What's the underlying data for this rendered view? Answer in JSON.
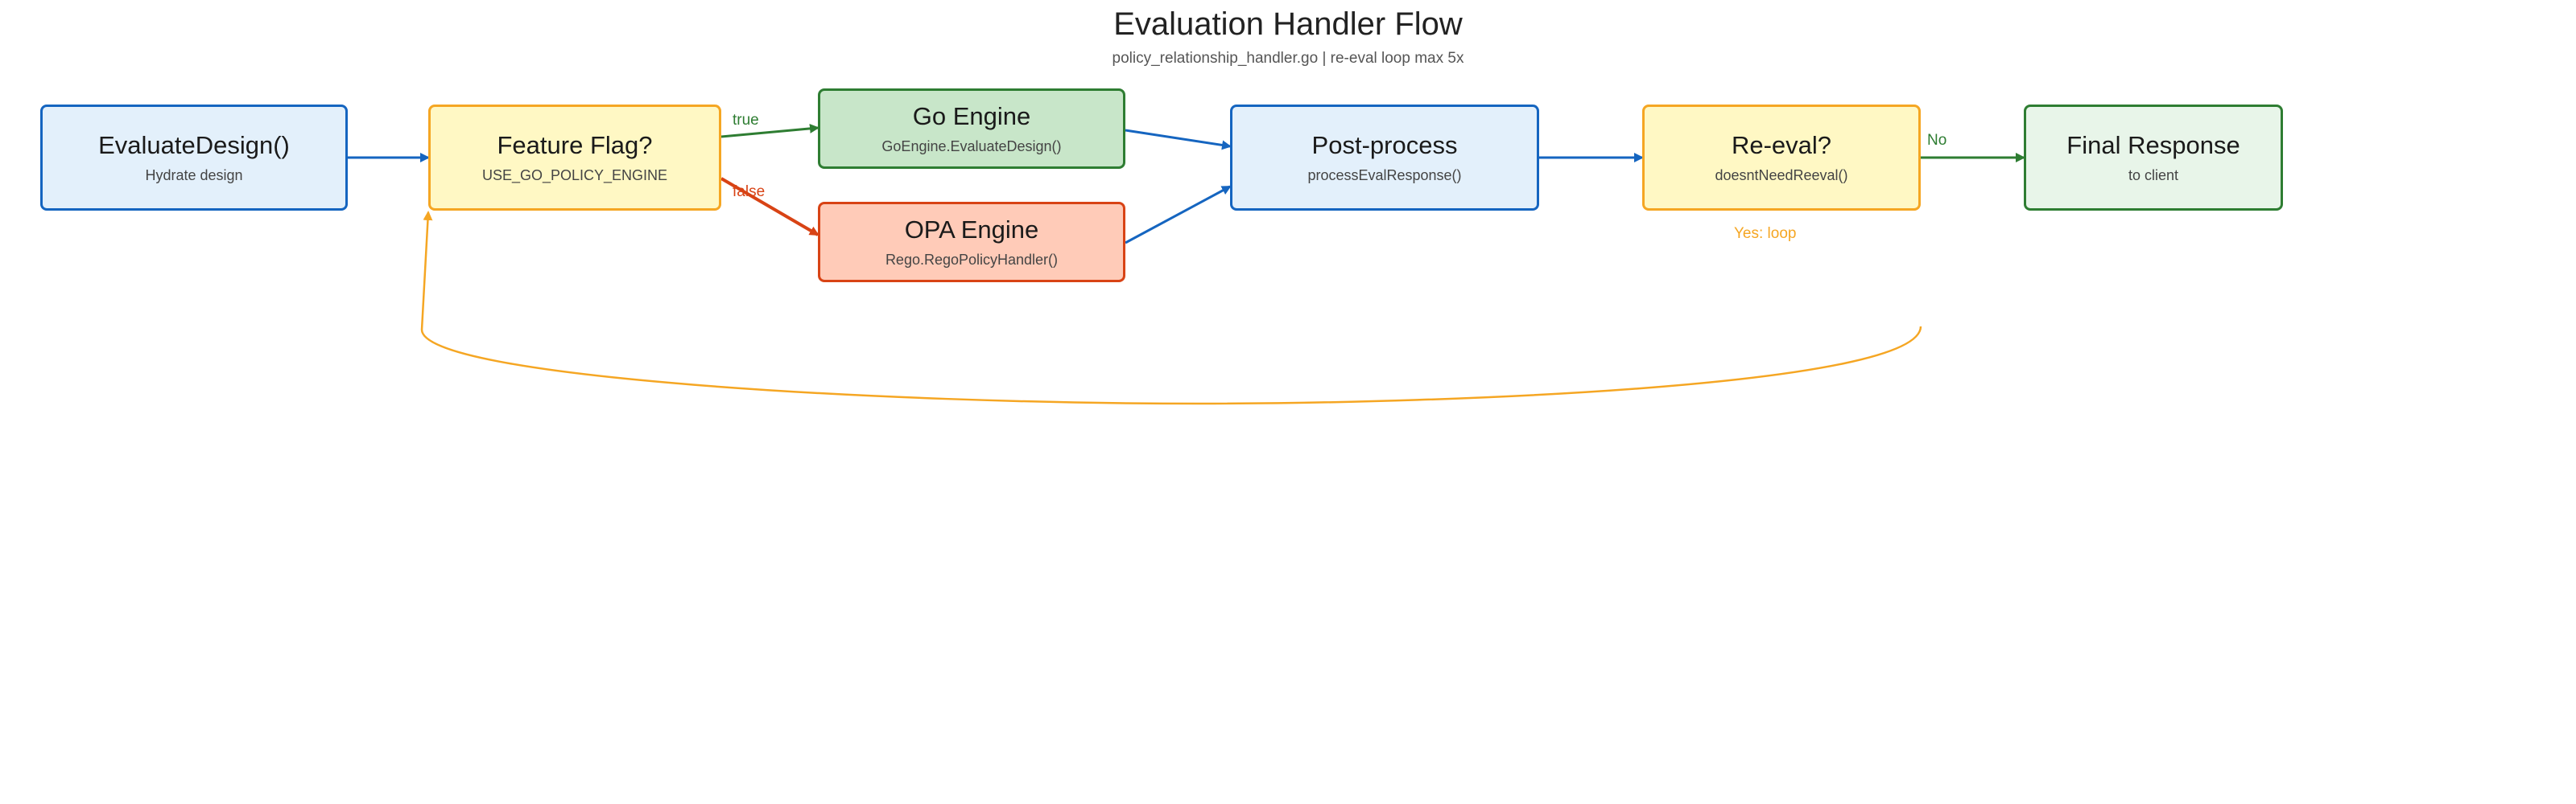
{
  "title": "Evaluation Handler Flow",
  "subtitle": "policy_relationship_handler.go  |  re-eval loop max 5x",
  "colors": {
    "blue_fill": "#e3f0fb",
    "blue_border": "#1565c0",
    "yellow_fill": "#fff8c4",
    "yellow_border": "#f5a623",
    "green_fill": "#c8e6c9",
    "green_border": "#2e7d32",
    "light_green_fill": "#e8f5e9",
    "red_fill": "#ffcbb8",
    "red_border": "#d84315",
    "loop_orange": "#f5a623"
  },
  "nodes": {
    "evaluate_design": {
      "title": "EvaluateDesign()",
      "subtitle": "Hydrate design"
    },
    "feature_flag": {
      "title": "Feature Flag?",
      "subtitle": "USE_GO_POLICY_ENGINE"
    },
    "go_engine": {
      "title": "Go Engine",
      "subtitle": "GoEngine.EvaluateDesign()"
    },
    "opa_engine": {
      "title": "OPA Engine",
      "subtitle": "Rego.RegoPolicyHandler()"
    },
    "post_process": {
      "title": "Post-process",
      "subtitle": "processEvalResponse()"
    },
    "re_eval": {
      "title": "Re-eval?",
      "subtitle": "doesntNeedReeval()"
    },
    "final_response": {
      "title": "Final Response",
      "subtitle": "to client"
    }
  },
  "edges": {
    "true_label": "true",
    "false_label": "false",
    "no_label": "No",
    "yes_loop_label": "Yes: loop"
  }
}
